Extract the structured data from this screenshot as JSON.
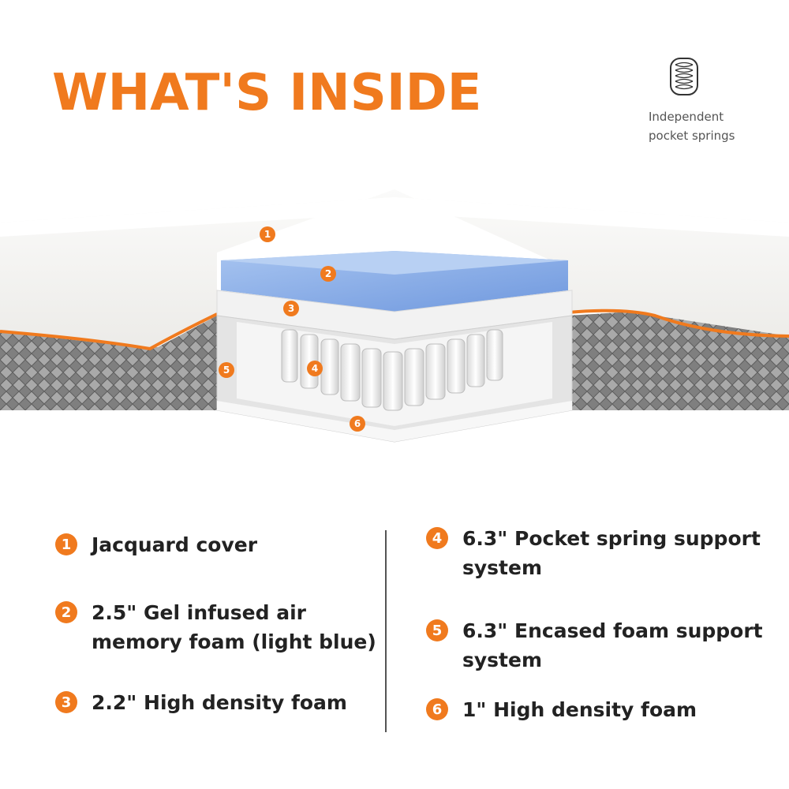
{
  "title": "WHAT'S INSIDE",
  "spring_legend": {
    "icon": "pocket-spring-icon",
    "line1": "Independent",
    "line2": "pocket springs"
  },
  "callouts": [
    "1",
    "2",
    "3",
    "4",
    "5",
    "6"
  ],
  "layers": [
    {
      "num": "1",
      "line1": "Jacquard cover",
      "line2": ""
    },
    {
      "num": "2",
      "line1": "2.5\" Gel infused air",
      "line2": "memory foam (light blue)"
    },
    {
      "num": "3",
      "line1": "2.2\" High density foam",
      "line2": ""
    },
    {
      "num": "4",
      "line1": "6.3\" Pocket spring support",
      "line2": "system"
    },
    {
      "num": "5",
      "line1": "6.3\" Encased foam support",
      "line2": "system"
    },
    {
      "num": "6",
      "line1": "1\" High density foam",
      "line2": ""
    }
  ],
  "colors": {
    "accent": "#f07a1e",
    "gel_foam": "#8fb4ec",
    "cover": "#f4f3f1",
    "base_knit": "#8a8a8a"
  }
}
